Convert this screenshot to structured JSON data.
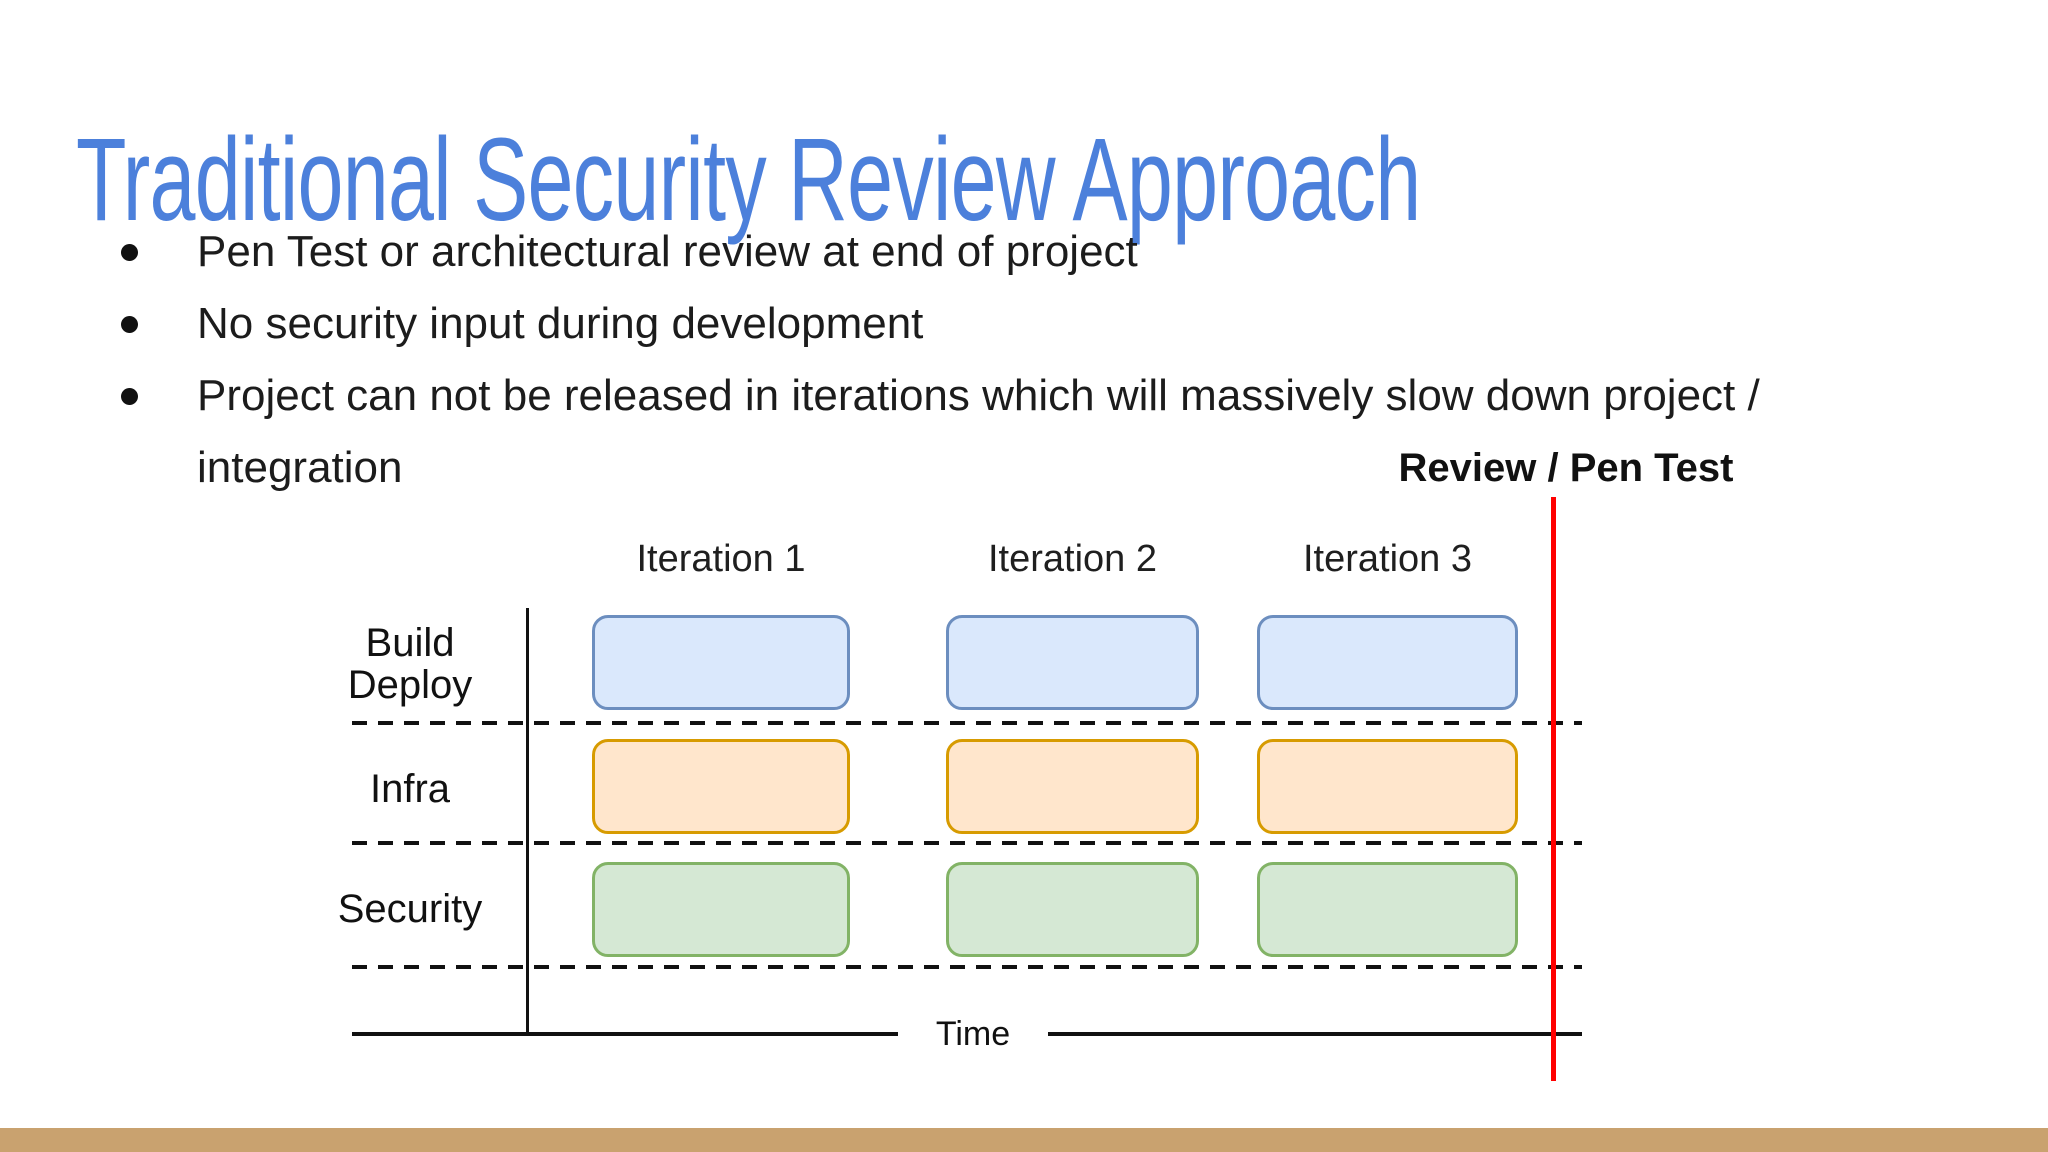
{
  "slide": {
    "title": "Traditional Security Review Approach",
    "bullets": [
      "Pen Test or architectural review at end of project",
      "No security input during development",
      "Project can not be released in iterations which will massively slow down project / integration"
    ]
  },
  "colors": {
    "title_blue": "#4C80DB",
    "text_black": "#1c1c1c",
    "footer_bar_tan": "#C9A26F",
    "annotation_line_red": "#FF0000",
    "axis_black": "#111111",
    "box_blue_fill": "#DAE8FC",
    "box_blue_stroke": "#6C8EBF",
    "box_orange_fill": "#FFE6CC",
    "box_orange_stroke": "#D79B00",
    "box_green_fill": "#D5E8D4",
    "box_green_stroke": "#82B366"
  },
  "diagram": {
    "annotation_label": "Review / Pen Test",
    "column_headers": [
      "Iteration 1",
      "Iteration 2",
      "Iteration 3"
    ],
    "rows": [
      {
        "label_lines": [
          "Build",
          "Deploy"
        ],
        "fill": "#DAE8FC",
        "stroke": "#6C8EBF"
      },
      {
        "label_lines": [
          "Infra"
        ],
        "fill": "#FFE6CC",
        "stroke": "#D79B00"
      },
      {
        "label_lines": [
          "Security"
        ],
        "fill": "#D5E8D4",
        "stroke": "#82B366"
      }
    ],
    "x_axis_label": "Time"
  }
}
